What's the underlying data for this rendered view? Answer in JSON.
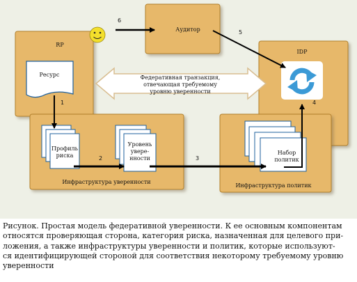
{
  "labels": {
    "rp": "RP",
    "idp": "IDP",
    "auditor": "Аудитор",
    "resource": "Ресурс",
    "federation_l1": "Федеративная транзакция,",
    "federation_l2": "отвечающая требуемому",
    "federation_l3": "уровню уверенности",
    "risk_profile_l1": "Профиль",
    "risk_profile_l2": "риска",
    "trust_level_l1": "Уровень",
    "trust_level_l2": "увере-",
    "trust_level_l3": "нности",
    "policy_set_l1": "Набор",
    "policy_set_l2": "политик",
    "trust_infra": "Инфраструктура уверенности",
    "policy_infra": "Инфраструктура политик"
  },
  "steps": [
    "1",
    "2",
    "3",
    "4",
    "5",
    "6"
  ],
  "caption": "Рисунок. Простая модель федеративной уверенности. К ее основным компонентам\nотносятся проверяющая сторона, категория риска, назначенная для целевого при-\nложения, а также инфраструктуры уверенности и политик, которые используют-\nся идентифицирующей стороной для соответствия некоторому требуемому уровню\nуверенности",
  "colors": {
    "box_fill": "#e7b86a",
    "box_stroke": "#b17f2c",
    "figure_bg": "#eef0e6",
    "arrow": "#000000",
    "double_arrow_fill": "#ffffff",
    "double_arrow_stroke": "#d8bd90",
    "cycle_icon": "#3b9ad6",
    "smiley": "#f3df2c"
  }
}
